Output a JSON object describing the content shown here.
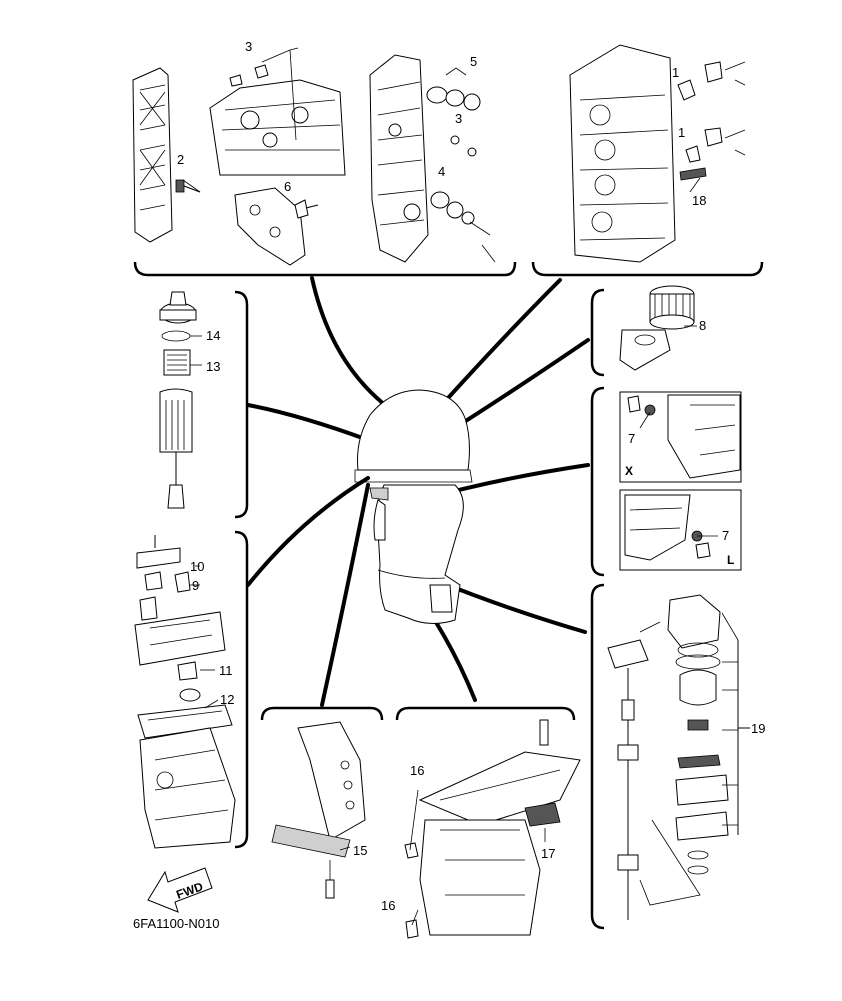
{
  "diagram_code": "6FA1100-N010",
  "fwd_label": "FWD",
  "view_labels": {
    "x": "X",
    "l": "L"
  },
  "callouts": {
    "c1a": "1",
    "c1b": "1",
    "c2": "2",
    "c3a": "3",
    "c3b": "3",
    "c4": "4",
    "c5": "5",
    "c6": "6",
    "c7a": "7",
    "c7b": "7",
    "c8": "8",
    "c9": "9",
    "c10": "10",
    "c11": "11",
    "c12": "12",
    "c13": "13",
    "c14": "14",
    "c15": "15",
    "c16a": "16",
    "c16b": "16",
    "c17": "17",
    "c18": "18",
    "c19": "19"
  }
}
